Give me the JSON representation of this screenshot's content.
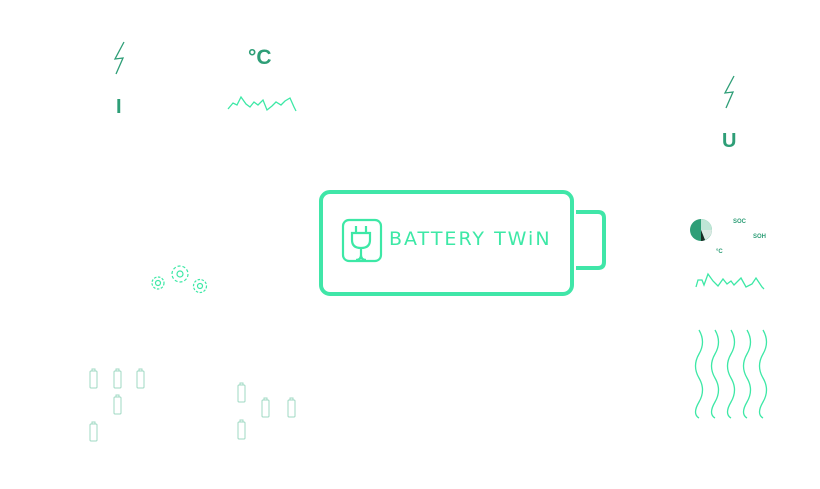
{
  "logo": {
    "text": "BATTERY TWiN"
  },
  "labels": {
    "current": "I",
    "voltage": "U",
    "temperature": "°C",
    "soc": "SOC",
    "soh": "SOH",
    "temperature_small": "°C"
  },
  "colors": {
    "accent": "#3de8a6",
    "text": "#2e9e77",
    "dark": "#1b2e27"
  }
}
